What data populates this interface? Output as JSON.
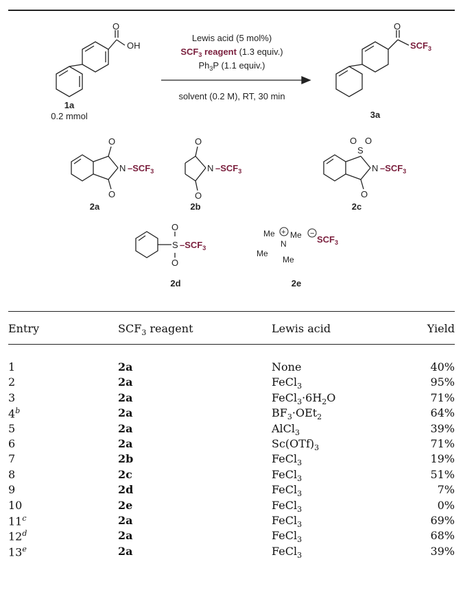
{
  "scheme": {
    "arrow_above": [
      "Lewis acid (5 mol%)",
      "SCF3 reagent (1.3 equiv.)",
      "Ph3P (1.1 equiv.)"
    ],
    "arrow_below": "solvent (0.2 M), RT, 30 min",
    "reactant_label": "1a",
    "reactant_amount": "0.2 mmol",
    "product_label": "3a",
    "reagents": [
      {
        "label": "2a"
      },
      {
        "label": "2b"
      },
      {
        "label": "2c"
      },
      {
        "label": "2d"
      },
      {
        "label": "2e"
      }
    ],
    "accent_color": "#7a1f3d"
  },
  "table": {
    "headers": [
      "Entry",
      "SCF3 reagent",
      "Lewis acid",
      "Yield"
    ],
    "rows": [
      {
        "entry": "1",
        "sup": "",
        "reagent": "2a",
        "acid": "None",
        "yield": "40%"
      },
      {
        "entry": "2",
        "sup": "",
        "reagent": "2a",
        "acid": "FeCl3",
        "yield": "95%"
      },
      {
        "entry": "3",
        "sup": "",
        "reagent": "2a",
        "acid": "FeCl3·6H2O",
        "yield": "71%"
      },
      {
        "entry": "4",
        "sup": "b",
        "reagent": "2a",
        "acid": "BF3·OEt2",
        "yield": "64%"
      },
      {
        "entry": "5",
        "sup": "",
        "reagent": "2a",
        "acid": "AlCl3",
        "yield": "39%"
      },
      {
        "entry": "6",
        "sup": "",
        "reagent": "2a",
        "acid": "Sc(OTf)3",
        "yield": "71%"
      },
      {
        "entry": "7",
        "sup": "",
        "reagent": "2b",
        "acid": "FeCl3",
        "yield": "19%"
      },
      {
        "entry": "8",
        "sup": "",
        "reagent": "2c",
        "acid": "FeCl3",
        "yield": "51%"
      },
      {
        "entry": "9",
        "sup": "",
        "reagent": "2d",
        "acid": "FeCl3",
        "yield": "7%"
      },
      {
        "entry": "10",
        "sup": "",
        "reagent": "2e",
        "acid": "FeCl3",
        "yield": "0%"
      },
      {
        "entry": "11",
        "sup": "c",
        "reagent": "2a",
        "acid": "FeCl3",
        "yield": "69%"
      },
      {
        "entry": "12",
        "sup": "d",
        "reagent": "2a",
        "acid": "FeCl3",
        "yield": "68%"
      },
      {
        "entry": "13",
        "sup": "e",
        "reagent": "2a",
        "acid": "FeCl3",
        "yield": "39%"
      }
    ]
  }
}
